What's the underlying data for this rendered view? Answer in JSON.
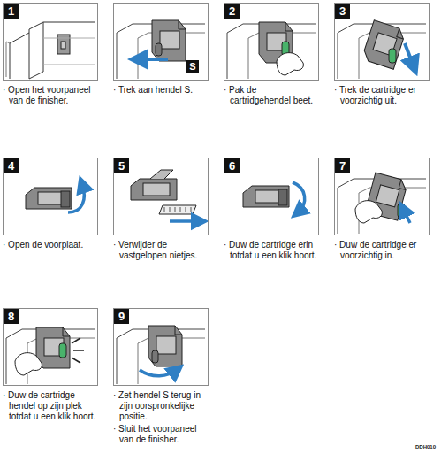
{
  "diagram": {
    "nodes": [
      {
        "text": [
          "1",
          "· Open het voorpaneel van de finisher."
        ]
      },
      {
        "text": [
          "· Trek aan hendel S."
        ]
      },
      {
        "text": [
          "2",
          "· Pak de cartridgehendel beet."
        ]
      },
      {
        "text": [
          "3",
          "· Trek de cartridge er voorzichtig uit."
        ]
      },
      {
        "text": [
          "4",
          "· Open de voorplaat."
        ]
      },
      {
        "text": [
          "5",
          "· Verwijder de vastgelopen nietjes."
        ]
      },
      {
        "text": [
          "6",
          "· Duw de cartridge erin totdat u een klik hoort."
        ]
      },
      {
        "text": [
          "7",
          "· Duw de cartridge er voorzichtig in."
        ]
      },
      {
        "text": [
          "8",
          "· Duw de cartridge-hendel op zijn plek totdat u een klik hoort."
        ]
      },
      {
        "text": [
          "9",
          "· Zet hendel S terug in zijn oorspronkelijke positie.",
          "· Sluit het voorpaneel van de finisher."
        ]
      }
    ],
    "labels": [
      "S",
      "DDH010"
    ]
  }
}
